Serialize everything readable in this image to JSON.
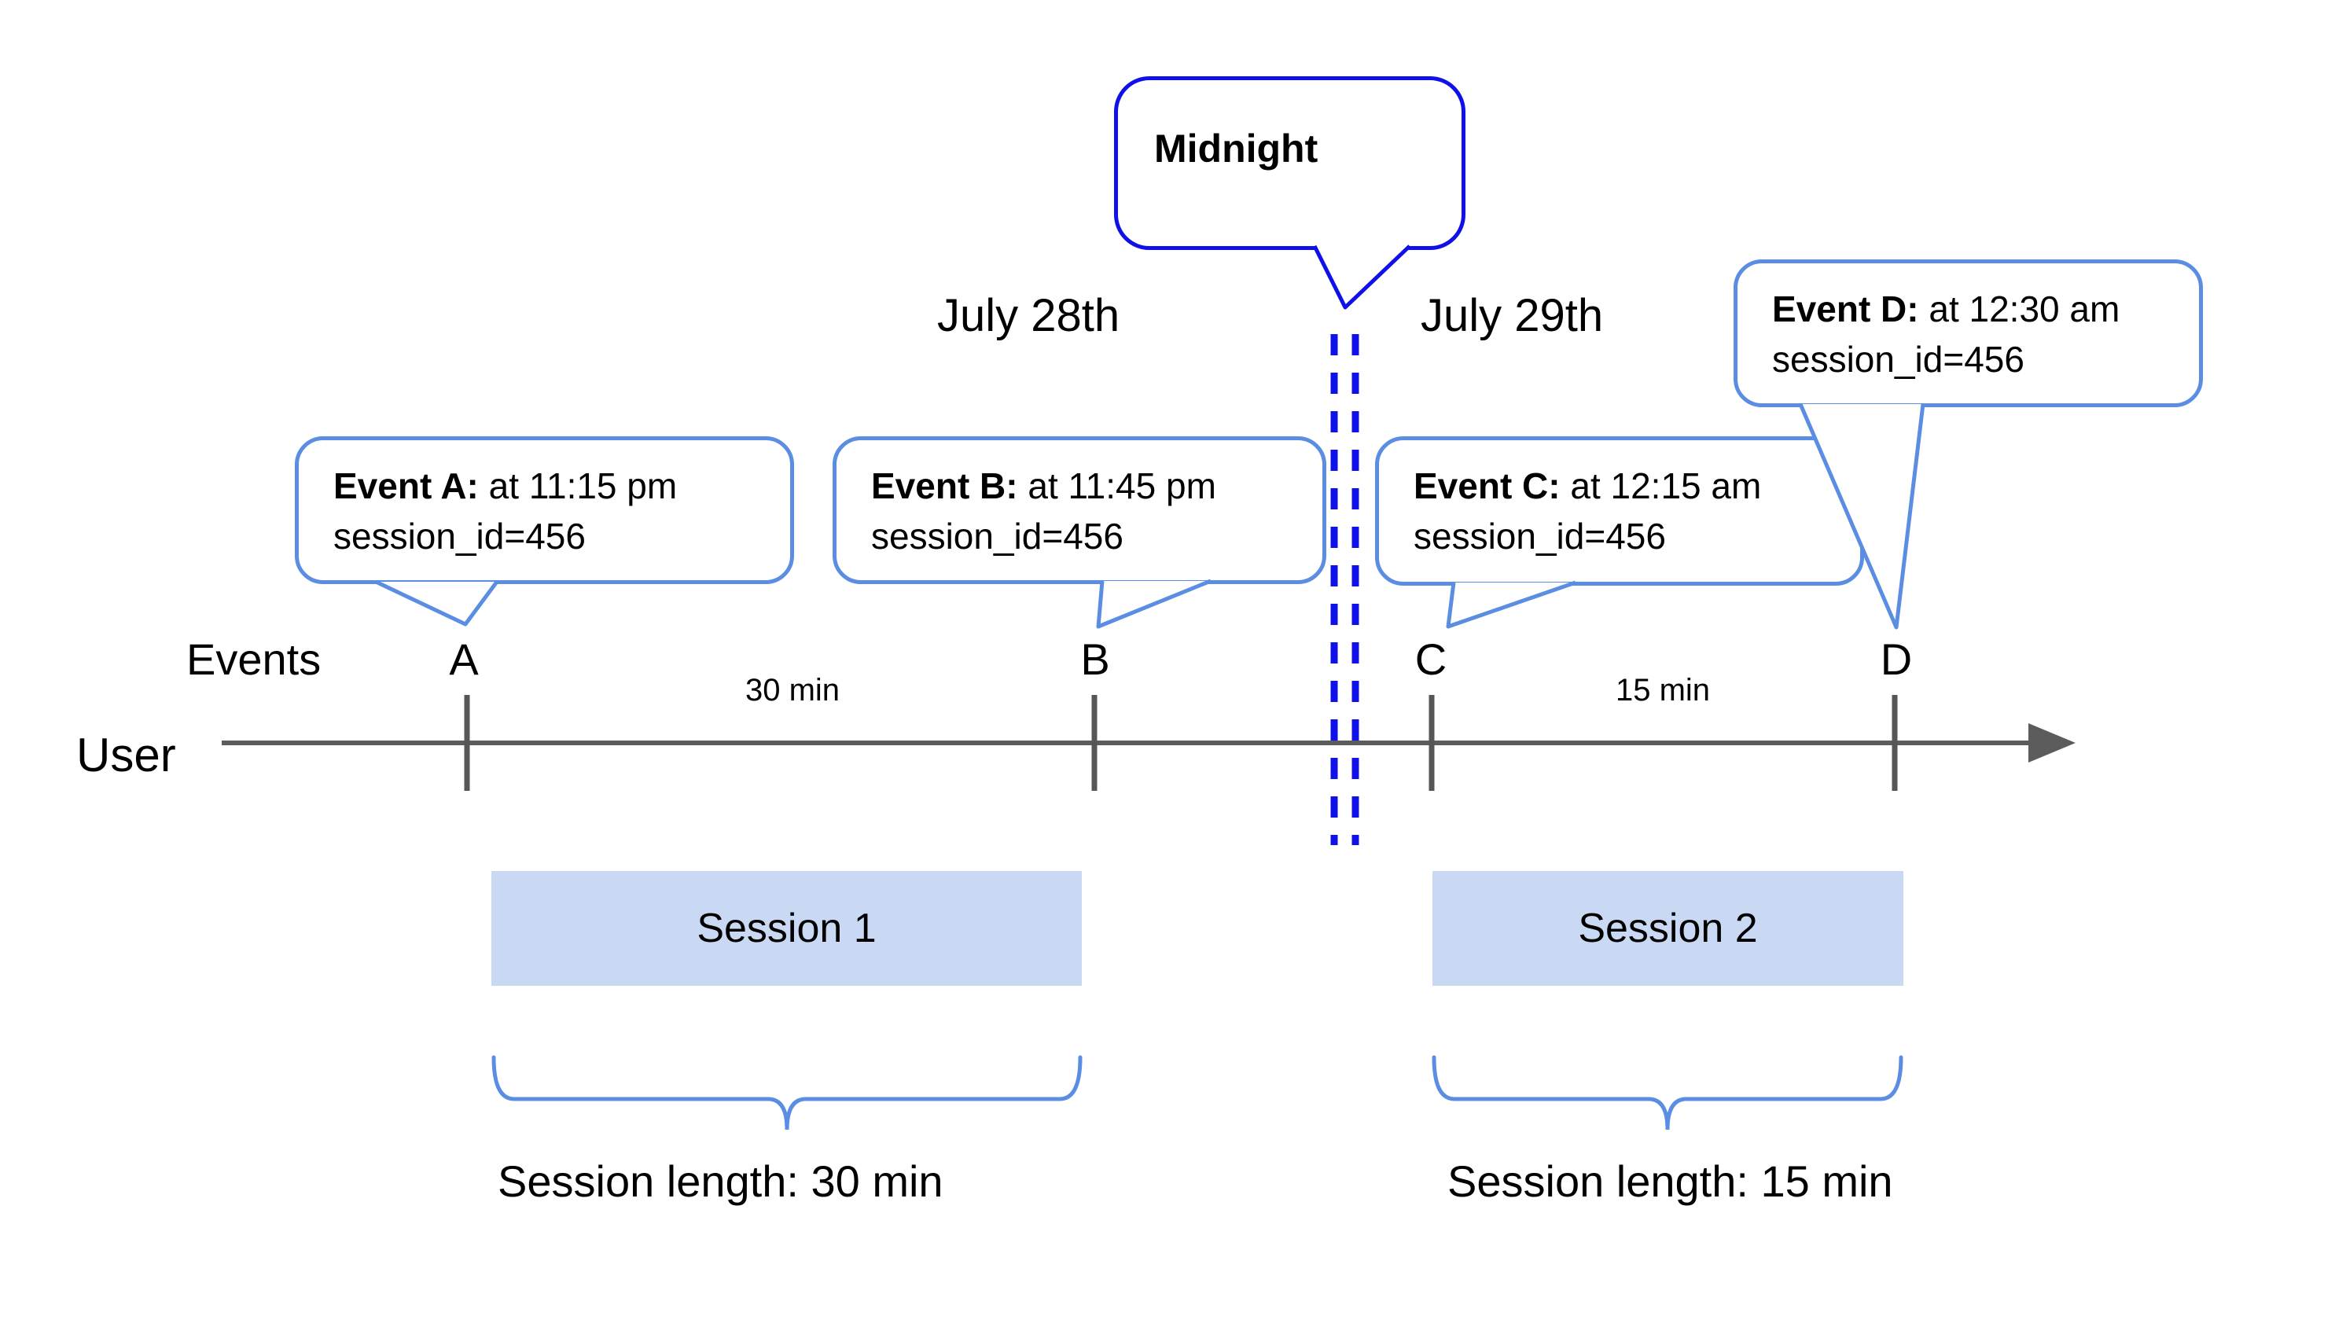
{
  "diagram": {
    "title_hint": "User sessions across midnight timeline",
    "dates": {
      "left": "July 28th",
      "right": "July 29th"
    },
    "midnight_callout": {
      "text": "Midnight"
    },
    "axis": {
      "events_label": "Events",
      "user_label": "User"
    },
    "tick_labels": [
      "A",
      "B",
      "C",
      "D"
    ],
    "event_callouts": [
      {
        "tick": "A",
        "title": "Event A:",
        "time": " at 11:15 pm",
        "session": "session_id=456"
      },
      {
        "tick": "B",
        "title": "Event B:",
        "time": " at 11:45 pm",
        "session": "session_id=456"
      },
      {
        "tick": "C",
        "title": "Event C:",
        "time": " at 12:15 am",
        "session": "session_id=456"
      },
      {
        "tick": "D",
        "title": "Event D:",
        "time": " at 12:30 am",
        "session": "session_id=456"
      }
    ],
    "intervals": [
      {
        "between": "A-B",
        "label": "30 min"
      },
      {
        "between": "C-D",
        "label": "15 min"
      }
    ],
    "sessions": [
      {
        "label": "Session 1",
        "length_label": "Session length: 30 min"
      },
      {
        "label": "Session 2",
        "length_label": "Session length: 15 min"
      }
    ],
    "colors": {
      "midnight_blue": "#1010e8",
      "callout_blue": "#5b8de2",
      "session_fill": "#c9d9f4",
      "axis_gray": "#5c5c5c",
      "text": "#000000",
      "background": "#ffffff"
    }
  }
}
